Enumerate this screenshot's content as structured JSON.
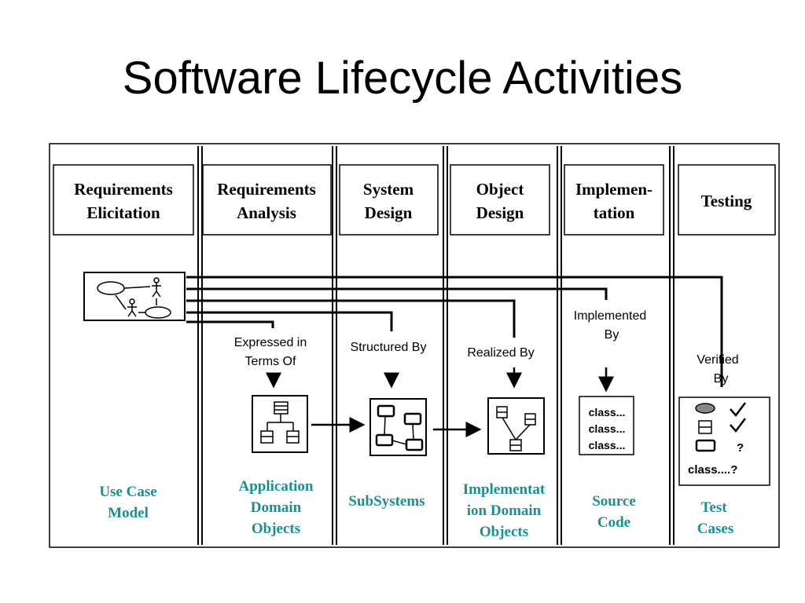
{
  "slide": {
    "title": "Software Lifecycle Activities"
  },
  "activities": [
    {
      "line1": "Requirements",
      "line2": "Elicitation"
    },
    {
      "line1": "Requirements",
      "line2": "Analysis"
    },
    {
      "line1": "System",
      "line2": "Design"
    },
    {
      "line1": "Object",
      "line2": "Design"
    },
    {
      "line1": "Implemen-",
      "line2": "tation"
    },
    {
      "line1": "Testing"
    }
  ],
  "relations": {
    "expressed": {
      "line1": "Expressed in",
      "line2": "Terms Of"
    },
    "structured": {
      "line1": "Structured By"
    },
    "realized": {
      "line1": "Realized By"
    },
    "implemented": {
      "line1": "Implemented",
      "line2": "By"
    },
    "verified": {
      "line1": "Verified",
      "line2": "By"
    }
  },
  "source_code": {
    "lines": [
      "class...",
      "class...",
      "class..."
    ]
  },
  "test_cases": {
    "question": "?",
    "class_line": "class....?"
  },
  "models": [
    {
      "lines": [
        "Use Case",
        "Model"
      ]
    },
    {
      "lines": [
        "Application",
        "Domain",
        "Objects"
      ]
    },
    {
      "lines": [
        "SubSystems"
      ]
    },
    {
      "lines": [
        "Implementat",
        "ion Domain",
        "Objects"
      ]
    },
    {
      "lines": [
        "Source",
        "Code"
      ]
    },
    {
      "lines": [
        "Test",
        "Cases"
      ]
    }
  ],
  "colors": {
    "model_text": "#1a8f8f",
    "line": "#000000"
  }
}
